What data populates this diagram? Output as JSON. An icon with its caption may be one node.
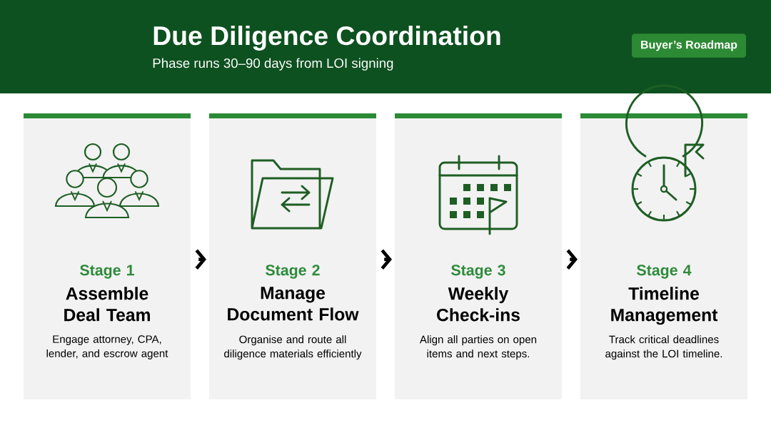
{
  "diagram": {
    "title": "Due Diligence Coordination",
    "nodes": [
      {
        "text": [
          "Buyer’s Roadmap"
        ]
      },
      {
        "text": [
          "Stage 1",
          "Assemble Deal Team",
          "Engage attorney, CPA, lender, and escrow agent"
        ]
      },
      {
        "text": [
          "Stage 2",
          "Manage Document Flow",
          "Organise and route all diligence materials efficiently"
        ]
      },
      {
        "text": [
          "Stage 3",
          "Weekly Check-ins",
          "Align all parties on open items and next steps."
        ]
      },
      {
        "text": [
          "Stage 4",
          "Timeline Management",
          "Track critical deadlines against the LOI timeline."
        ]
      }
    ],
    "edges": [
      {
        "from": 1,
        "to": 2,
        "arrow": "to"
      },
      {
        "from": 2,
        "to": 3,
        "arrow": "to"
      },
      {
        "from": 3,
        "to": 4,
        "arrow": "to"
      }
    ],
    "labels": [
      "Phase runs 30–90 days from LOI signing"
    ]
  }
}
